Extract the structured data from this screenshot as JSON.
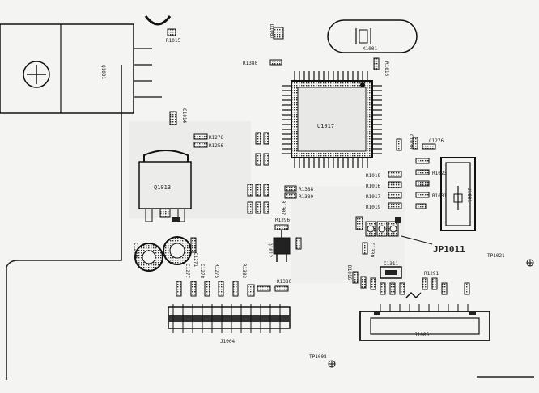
{
  "labels": {
    "regulator_left": "Q1001",
    "r_top_left": "R1015",
    "c_top_left": "C1014",
    "r1276": "R1276",
    "r1256": "R1256",
    "reg2": "Q1013",
    "r1380": "R1380",
    "d1_top": "D1007",
    "crystal": "X1001",
    "r_right_cpu": "R1016",
    "cpu": "U1017",
    "r1018": "R1018",
    "r1016b": "R1016",
    "r1017": "R1017",
    "r1019": "R1019",
    "c1276": "C1276",
    "r1023": "R1023",
    "r1031": "R1031",
    "c_vert": "C1030",
    "r1388": "R1388",
    "r1389": "R1389",
    "r1307": "R1307",
    "u1001_right": "U1001",
    "jp_label": "JP1011",
    "q1012": "Q1012",
    "r1296": "R1296",
    "r1380b": "R1380",
    "c1311": "C1311",
    "r1291": "R1291",
    "d1016": "D1016",
    "tp_right": "TP1021",
    "tp_bottom": "TP1008",
    "j1005": "J1005",
    "j1004": "J1004",
    "c1270": "C1270",
    "c1271": "C1271",
    "c1277": "C1277",
    "c1278": "C1278",
    "r1380c": "R1380",
    "r1275": "R1275",
    "c1330": "C1330",
    "r1303": "R1303"
  }
}
